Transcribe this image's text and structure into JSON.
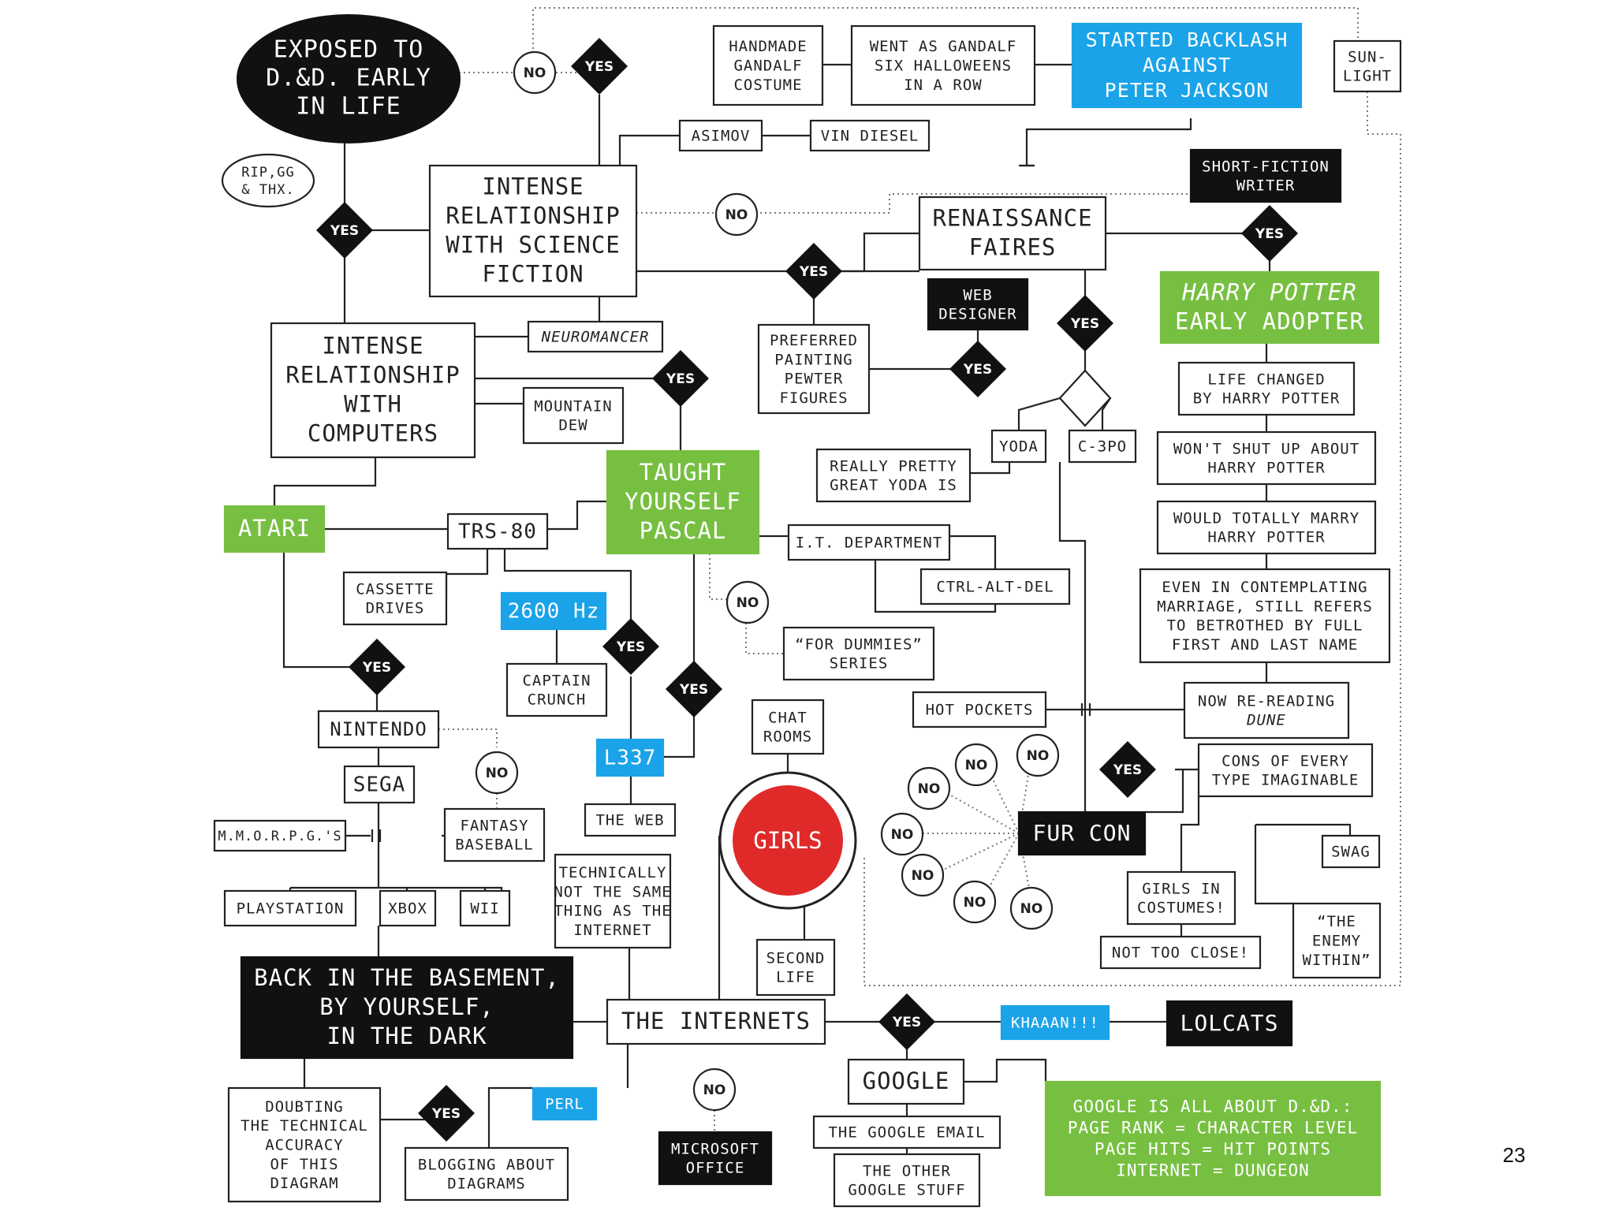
{
  "title": "",
  "page_number": "23",
  "colors": {
    "black": "#111111",
    "blue": "#1aa3e8",
    "green": "#77bf41",
    "red": "#e02a2a"
  },
  "nodes": {
    "exposed_dnd": [
      "EXPOSED TO",
      "D.&D. EARLY",
      "IN LIFE"
    ],
    "rip_gg": [
      "RIP,GG",
      "& THX."
    ],
    "handmade_gandalf": [
      "HANDMADE",
      "GANDALF",
      "COSTUME"
    ],
    "went_as_gandalf": [
      "WENT AS GANDALF",
      "SIX HALLOWEENS",
      "IN A ROW"
    ],
    "backlash": [
      "STARTED BACKLASH",
      "AGAINST",
      "PETER JACKSON"
    ],
    "sunlight": [
      "SUN-",
      "LIGHT"
    ],
    "asimov": [
      "ASIMOV"
    ],
    "vin_diesel": [
      "VIN DIESEL"
    ],
    "short_fiction": [
      "SHORT-FICTION",
      "WRITER"
    ],
    "scifi": [
      "INTENSE",
      "RELATIONSHIP",
      "WITH SCIENCE",
      "FICTION"
    ],
    "renfaire": [
      "RENAISSANCE",
      "FAIRES"
    ],
    "harry_potter": [
      "HARRY POTTER",
      "EARLY ADOPTER"
    ],
    "neuromancer": [
      "NEUROMANCER"
    ],
    "web_designer": [
      "WEB",
      "DESIGNER"
    ],
    "pewter": [
      "PREFERRED",
      "PAINTING",
      "PEWTER",
      "FIGURES"
    ],
    "computers": [
      "INTENSE",
      "RELATIONSHIP",
      "WITH",
      "COMPUTERS"
    ],
    "mountain_dew": [
      "MOUNTAIN",
      "DEW"
    ],
    "life_changed": [
      "LIFE CHANGED",
      "BY HARRY POTTER"
    ],
    "yoda": [
      "YODA"
    ],
    "c3po": [
      "C-3PO"
    ],
    "pretty_yoda": [
      "REALLY PRETTY",
      "GREAT YODA IS"
    ],
    "wont_shut_up": [
      "WON'T SHUT UP ABOUT",
      "HARRY POTTER"
    ],
    "pascal": [
      "TAUGHT",
      "YOURSELF",
      "PASCAL"
    ],
    "atari": [
      "ATARI"
    ],
    "trs80": [
      "TRS-80"
    ],
    "it_dept": [
      "I.T. DEPARTMENT"
    ],
    "marry_hp": [
      "WOULD TOTALLY MARRY",
      "HARRY POTTER"
    ],
    "cassette": [
      "CASSETTE",
      "DRIVES"
    ],
    "hz2600": [
      "2600 Hz"
    ],
    "ctrl_alt_del": [
      "CTRL-ALT-DEL"
    ],
    "betrothed": [
      "EVEN IN CONTEMPLATING",
      "MARRIAGE, STILL REFERS",
      "TO BETROTHED BY FULL",
      "FIRST AND LAST NAME"
    ],
    "for_dummies": [
      "“FOR DUMMIES”",
      "SERIES"
    ],
    "captain_crunch": [
      "CAPTAIN",
      "CRUNCH"
    ],
    "hot_pockets": [
      "HOT POCKETS"
    ],
    "rereading_dune": [
      "NOW RE-READING",
      "DUNE"
    ],
    "nintendo": [
      "NINTENDO"
    ],
    "chat_rooms": [
      "CHAT",
      "ROOMS"
    ],
    "l337": [
      "L337"
    ],
    "cons": [
      "CONS OF EVERY",
      "TYPE IMAGINABLE"
    ],
    "sega": [
      "SEGA"
    ],
    "the_web": [
      "THE WEB"
    ],
    "girls": [
      "GIRLS"
    ],
    "fantasy_baseball": [
      "FANTASY",
      "BASEBALL"
    ],
    "mmorpg": [
      "M.M.O.R.P.G.'S"
    ],
    "fur_con": [
      "FUR CON"
    ],
    "swag": [
      "SWAG"
    ],
    "technically": [
      "TECHNICALLY",
      "NOT THE SAME",
      "THING AS THE",
      "INTERNET"
    ],
    "girls_costumes": [
      "GIRLS IN",
      "COSTUMES!"
    ],
    "enemy_within": [
      "“THE",
      "ENEMY",
      "WITHIN”"
    ],
    "playstation": [
      "PLAYSTATION"
    ],
    "xbox": [
      "XBOX"
    ],
    "wii": [
      "WII"
    ],
    "not_too_close": [
      "NOT TOO CLOSE!"
    ],
    "second_life": [
      "SECOND",
      "LIFE"
    ],
    "basement": [
      "BACK IN THE BASEMENT,",
      "BY YOURSELF,",
      "IN THE DARK"
    ],
    "internets": [
      "THE INTERNETS"
    ],
    "khaaan": [
      "KHAAAN!!!"
    ],
    "lolcats": [
      "LOLCATS"
    ],
    "google": [
      "GOOGLE"
    ],
    "doubting": [
      "DOUBTING",
      "THE TECHNICAL",
      "ACCURACY",
      "OF THIS",
      "DIAGRAM"
    ],
    "perl": [
      "PERL"
    ],
    "google_email": [
      "THE GOOGLE EMAIL"
    ],
    "google_dnd": [
      "GOOGLE IS ALL ABOUT D.&D.:",
      "PAGE RANK = CHARACTER LEVEL",
      "PAGE HITS = HIT POINTS",
      "INTERNET = DUNGEON"
    ],
    "ms_office": [
      "MICROSOFT",
      "OFFICE"
    ],
    "blogging": [
      "BLOGGING ABOUT",
      "DIAGRAMS"
    ],
    "other_google": [
      "THE OTHER",
      "GOOGLE STUFF"
    ]
  },
  "labels": {
    "yes": "YES",
    "no": "NO"
  }
}
